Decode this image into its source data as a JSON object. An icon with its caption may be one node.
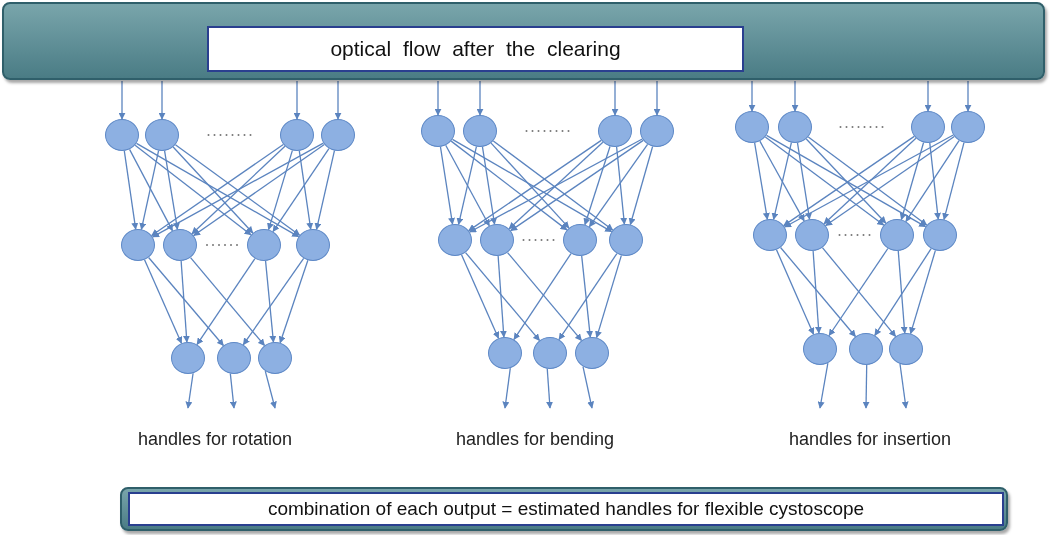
{
  "diagram": {
    "nodes": [
      {
        "text": [],
        "shape": "bar"
      },
      {
        "text": [
          "optical flow after the clearing"
        ],
        "in": 0
      },
      {
        "text": [],
        "shape": "circle"
      },
      {
        "text": [],
        "shape": "circle"
      },
      {
        "text": [],
        "shape": "circle"
      },
      {
        "text": [],
        "shape": "circle"
      },
      {
        "text": [],
        "shape": "circle"
      },
      {
        "text": [],
        "shape": "circle"
      },
      {
        "text": [],
        "shape": "circle"
      },
      {
        "text": [],
        "shape": "circle"
      },
      {
        "text": [],
        "shape": "circle"
      },
      {
        "text": [],
        "shape": "circle"
      },
      {
        "text": [],
        "shape": "circle"
      },
      {
        "text": [],
        "shape": "circle"
      },
      {
        "text": [],
        "shape": "circle"
      },
      {
        "text": [],
        "shape": "circle"
      },
      {
        "text": [],
        "shape": "circle"
      },
      {
        "text": [],
        "shape": "circle"
      },
      {
        "text": [],
        "shape": "circle"
      },
      {
        "text": [],
        "shape": "circle"
      },
      {
        "text": [],
        "shape": "circle"
      },
      {
        "text": [],
        "shape": "circle"
      },
      {
        "text": [],
        "shape": "circle"
      },
      {
        "text": [],
        "shape": "circle"
      },
      {
        "text": [],
        "shape": "circle"
      },
      {
        "text": [],
        "shape": "circle"
      },
      {
        "text": [],
        "shape": "circle"
      },
      {
        "text": [],
        "shape": "circle"
      },
      {
        "text": [],
        "shape": "circle"
      },
      {
        "text": [],
        "shape": "circle"
      },
      {
        "text": [],
        "shape": "circle"
      },
      {
        "text": [],
        "shape": "circle"
      },
      {
        "text": [],
        "shape": "circle"
      },
      {
        "text": [],
        "shape": "circle"
      },
      {
        "text": [],
        "shape": "circle"
      },
      {
        "text": [
          "handles for rotation"
        ]
      },
      {
        "text": [
          "handles for bending"
        ]
      },
      {
        "text": [
          "handles for insertion"
        ]
      },
      {
        "text": [],
        "shape": "bar"
      },
      {
        "text": [
          "combination of each output = estimated handles for flexible cystoscope"
        ],
        "in": 38
      }
    ],
    "edges": [
      {
        "from": 0,
        "to": 2,
        "arrow": "to"
      },
      {
        "from": 0,
        "to": 3,
        "arrow": "to"
      },
      {
        "from": 0,
        "to": 4,
        "arrow": "to"
      },
      {
        "from": 0,
        "to": 5,
        "arrow": "to"
      },
      {
        "from": 2,
        "to": 6,
        "arrow": "to"
      },
      {
        "from": 2,
        "to": 7,
        "arrow": "to"
      },
      {
        "from": 2,
        "to": 8,
        "arrow": "to"
      },
      {
        "from": 2,
        "to": 9,
        "arrow": "to"
      },
      {
        "from": 3,
        "to": 6,
        "arrow": "to"
      },
      {
        "from": 3,
        "to": 7,
        "arrow": "to"
      },
      {
        "from": 3,
        "to": 8,
        "arrow": "to"
      },
      {
        "from": 3,
        "to": 9,
        "arrow": "to"
      },
      {
        "from": 4,
        "to": 6,
        "arrow": "to"
      },
      {
        "from": 4,
        "to": 7,
        "arrow": "to"
      },
      {
        "from": 4,
        "to": 8,
        "arrow": "to"
      },
      {
        "from": 4,
        "to": 9,
        "arrow": "to"
      },
      {
        "from": 5,
        "to": 6,
        "arrow": "to"
      },
      {
        "from": 5,
        "to": 7,
        "arrow": "to"
      },
      {
        "from": 5,
        "to": 8,
        "arrow": "to"
      },
      {
        "from": 5,
        "to": 9,
        "arrow": "to"
      },
      {
        "from": 6,
        "to": 10,
        "arrow": "to"
      },
      {
        "from": 6,
        "to": 11,
        "arrow": "to"
      },
      {
        "from": 7,
        "to": 10,
        "arrow": "to"
      },
      {
        "from": 7,
        "to": 12,
        "arrow": "to"
      },
      {
        "from": 8,
        "to": 10,
        "arrow": "to"
      },
      {
        "from": 8,
        "to": 12,
        "arrow": "to"
      },
      {
        "from": 9,
        "to": 11,
        "arrow": "to"
      },
      {
        "from": 9,
        "to": 12,
        "arrow": "to"
      },
      {
        "from": 10,
        "to": 35,
        "arrow": "to"
      },
      {
        "from": 11,
        "to": 35,
        "arrow": "to"
      },
      {
        "from": 12,
        "to": 35,
        "arrow": "to"
      },
      {
        "from": 0,
        "to": 13,
        "arrow": "to"
      },
      {
        "from": 0,
        "to": 14,
        "arrow": "to"
      },
      {
        "from": 0,
        "to": 15,
        "arrow": "to"
      },
      {
        "from": 0,
        "to": 16,
        "arrow": "to"
      },
      {
        "from": 13,
        "to": 17,
        "arrow": "to"
      },
      {
        "from": 13,
        "to": 18,
        "arrow": "to"
      },
      {
        "from": 13,
        "to": 19,
        "arrow": "to"
      },
      {
        "from": 13,
        "to": 20,
        "arrow": "to"
      },
      {
        "from": 14,
        "to": 17,
        "arrow": "to"
      },
      {
        "from": 14,
        "to": 18,
        "arrow": "to"
      },
      {
        "from": 14,
        "to": 19,
        "arrow": "to"
      },
      {
        "from": 14,
        "to": 20,
        "arrow": "to"
      },
      {
        "from": 15,
        "to": 17,
        "arrow": "to"
      },
      {
        "from": 15,
        "to": 18,
        "arrow": "to"
      },
      {
        "from": 15,
        "to": 19,
        "arrow": "to"
      },
      {
        "from": 15,
        "to": 20,
        "arrow": "to"
      },
      {
        "from": 16,
        "to": 17,
        "arrow": "to"
      },
      {
        "from": 16,
        "to": 18,
        "arrow": "to"
      },
      {
        "from": 16,
        "to": 19,
        "arrow": "to"
      },
      {
        "from": 16,
        "to": 20,
        "arrow": "to"
      },
      {
        "from": 17,
        "to": 21,
        "arrow": "to"
      },
      {
        "from": 17,
        "to": 22,
        "arrow": "to"
      },
      {
        "from": 18,
        "to": 21,
        "arrow": "to"
      },
      {
        "from": 18,
        "to": 23,
        "arrow": "to"
      },
      {
        "from": 19,
        "to": 21,
        "arrow": "to"
      },
      {
        "from": 19,
        "to": 23,
        "arrow": "to"
      },
      {
        "from": 20,
        "to": 22,
        "arrow": "to"
      },
      {
        "from": 20,
        "to": 23,
        "arrow": "to"
      },
      {
        "from": 21,
        "to": 36,
        "arrow": "to"
      },
      {
        "from": 22,
        "to": 36,
        "arrow": "to"
      },
      {
        "from": 23,
        "to": 36,
        "arrow": "to"
      },
      {
        "from": 0,
        "to": 24,
        "arrow": "to"
      },
      {
        "from": 0,
        "to": 25,
        "arrow": "to"
      },
      {
        "from": 0,
        "to": 26,
        "arrow": "to"
      },
      {
        "from": 0,
        "to": 27,
        "arrow": "to"
      },
      {
        "from": 24,
        "to": 28,
        "arrow": "to"
      },
      {
        "from": 24,
        "to": 29,
        "arrow": "to"
      },
      {
        "from": 24,
        "to": 30,
        "arrow": "to"
      },
      {
        "from": 24,
        "to": 31,
        "arrow": "to"
      },
      {
        "from": 25,
        "to": 28,
        "arrow": "to"
      },
      {
        "from": 25,
        "to": 29,
        "arrow": "to"
      },
      {
        "from": 25,
        "to": 30,
        "arrow": "to"
      },
      {
        "from": 25,
        "to": 31,
        "arrow": "to"
      },
      {
        "from": 26,
        "to": 28,
        "arrow": "to"
      },
      {
        "from": 26,
        "to": 29,
        "arrow": "to"
      },
      {
        "from": 26,
        "to": 30,
        "arrow": "to"
      },
      {
        "from": 26,
        "to": 31,
        "arrow": "to"
      },
      {
        "from": 27,
        "to": 28,
        "arrow": "to"
      },
      {
        "from": 27,
        "to": 29,
        "arrow": "to"
      },
      {
        "from": 27,
        "to": 30,
        "arrow": "to"
      },
      {
        "from": 27,
        "to": 31,
        "arrow": "to"
      },
      {
        "from": 28,
        "to": 32,
        "arrow": "to"
      },
      {
        "from": 28,
        "to": 33,
        "arrow": "to"
      },
      {
        "from": 29,
        "to": 32,
        "arrow": "to"
      },
      {
        "from": 29,
        "to": 34,
        "arrow": "to"
      },
      {
        "from": 30,
        "to": 32,
        "arrow": "to"
      },
      {
        "from": 30,
        "to": 34,
        "arrow": "to"
      },
      {
        "from": 31,
        "to": 33,
        "arrow": "to"
      },
      {
        "from": 31,
        "to": 34,
        "arrow": "to"
      },
      {
        "from": 32,
        "to": 37,
        "arrow": "to"
      },
      {
        "from": 33,
        "to": 37,
        "arrow": "to"
      },
      {
        "from": 34,
        "to": 37,
        "arrow": "to"
      }
    ]
  }
}
